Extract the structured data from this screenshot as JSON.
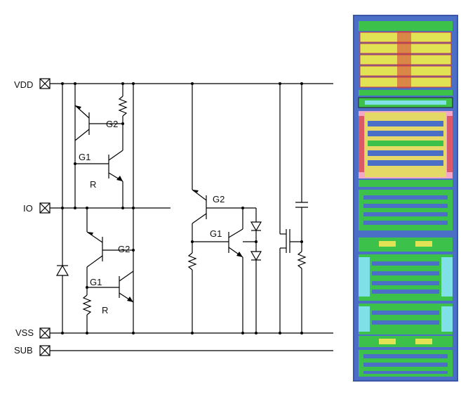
{
  "pins": {
    "vdd": "VDD",
    "io": "IO",
    "vss": "VSS",
    "sub": "SUB"
  },
  "labels": {
    "scr1_g2": "G2",
    "scr1_g1": "G1",
    "scr1_r": "R",
    "scr2_g2": "G2",
    "scr2_g1": "G1",
    "scr2_r": "R",
    "trig_g2": "G2",
    "trig_g1": "G1"
  },
  "colors": {
    "wire": "#000000",
    "layout_border": "#3a56a8",
    "layout_fill": "#4b6fc7",
    "layout_green": "#3cc24a",
    "layout_yellow": "#e2e255",
    "layout_red": "#d23a3a",
    "layout_pink": "#f2a6c8",
    "layout_cyan": "#7fe0e8"
  }
}
